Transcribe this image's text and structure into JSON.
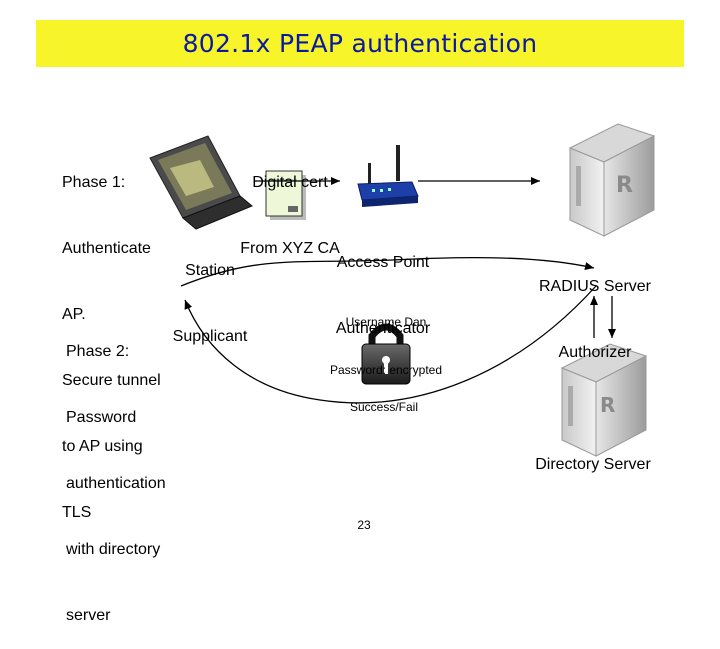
{
  "title": "802.1x PEAP authentication",
  "phase1": [
    "Phase 1:",
    "Authenticate",
    "AP.",
    "Secure tunnel",
    "to AP using",
    "TLS"
  ],
  "phase2": [
    "Phase 2:",
    "Password",
    "authentication",
    "with directory",
    "server"
  ],
  "station": [
    "Station",
    "Supplicant"
  ],
  "cert": [
    "Digital cert",
    "From XYZ CA"
  ],
  "access_point": [
    "Access Point",
    "Authenticator"
  ],
  "radius": [
    "RADIUS Server",
    "Authorizer"
  ],
  "credentials": [
    "Username Dan",
    "Password: encrypted"
  ],
  "result": "Success/Fail",
  "directory": "Directory Server",
  "page_number": "23",
  "server_logo_letter": "R",
  "colors": {
    "title_bg": "#f7f42a",
    "title_text": "#0a1aa0"
  },
  "icons": [
    "laptop-icon",
    "certificate-icon",
    "wireless-router-icon",
    "server-icon",
    "padlock-icon"
  ]
}
